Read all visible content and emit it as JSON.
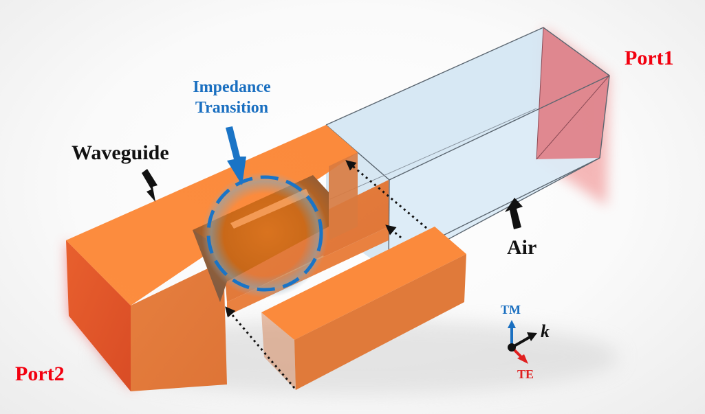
{
  "figure": {
    "type": "3D schematic",
    "subject": "Waveguide with air section and impedance transition"
  },
  "labels": {
    "port1": "Port1",
    "port2": "Port2",
    "waveguide": "Waveguide",
    "impedance_line1": "Impedance",
    "impedance_line2": "Transition",
    "air": "Air"
  },
  "axes": {
    "tm": "TM",
    "te": "TE",
    "k": "k"
  },
  "colors": {
    "waveguide_orange": "#fb8a3c",
    "waveguide_side": "#e07a3a",
    "waveguide_end": "#e2542a",
    "air_fill": "#d8eaf6",
    "port_pink": "#e07f87",
    "port_label_red": "#f2000f",
    "transition_blue": "#1a74c6",
    "tm_blue": "#1a6fc0",
    "te_red": "#e02020"
  }
}
